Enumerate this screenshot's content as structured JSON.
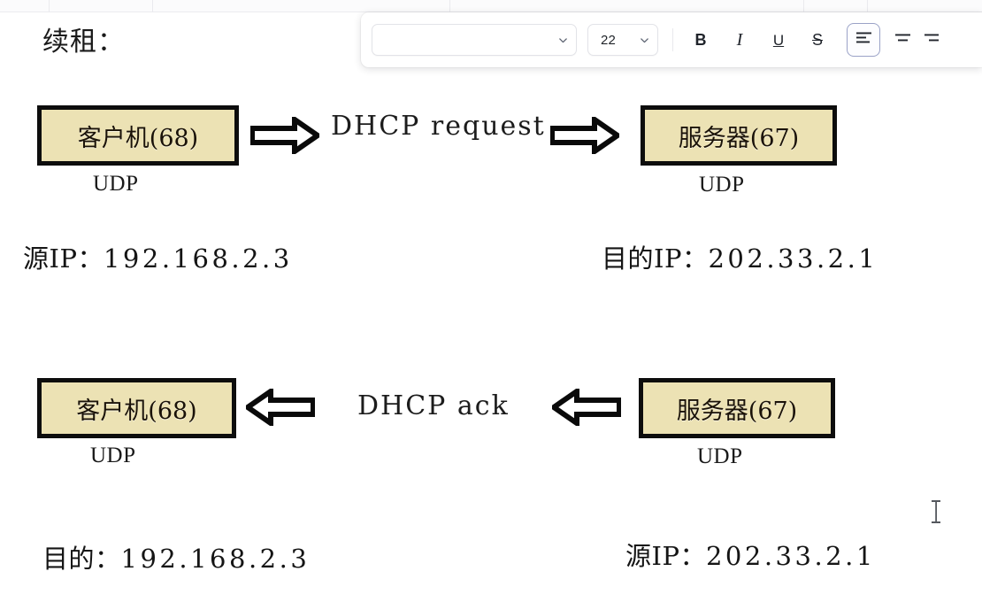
{
  "window": {
    "chrome_seam_positions": [
      55,
      172,
      508,
      908,
      980
    ]
  },
  "toolbar": {
    "font_family_value": "",
    "font_family_placeholder": "",
    "font_size_value": "22",
    "buttons": [
      {
        "name": "bold-button",
        "glyph": "B",
        "style": "bold",
        "active": false
      },
      {
        "name": "italic-button",
        "glyph": "I",
        "style": "italic",
        "active": false
      },
      {
        "name": "underline-button",
        "glyph": "U",
        "style": "under",
        "active": false
      },
      {
        "name": "strikethrough-button",
        "glyph": "S",
        "style": "strike",
        "active": false
      }
    ],
    "align_left_label": "align-left",
    "align_center_label": "align-center",
    "align_right_label": "align-right"
  },
  "document": {
    "heading": "续租：",
    "rows": [
      {
        "id": "dhcp-request-row",
        "direction": "right",
        "left_node": {
          "label": "客户机(68)",
          "sublabel": "UDP"
        },
        "right_node": {
          "label": "服务器(67)",
          "sublabel": "UDP"
        },
        "protocol": "DHCP request",
        "left_ip": {
          "prefix": "源IP：",
          "value": "192.168.2.3"
        },
        "right_ip": {
          "prefix": "目的IP：",
          "value": "202.33.2.1"
        }
      },
      {
        "id": "dhcp-ack-row",
        "direction": "left",
        "left_node": {
          "label": "客户机(68)",
          "sublabel": "UDP"
        },
        "right_node": {
          "label": "服务器(67)",
          "sublabel": "UDP"
        },
        "protocol": "DHCP ack",
        "left_ip": {
          "prefix": "目的：",
          "value": "192.168.2.3"
        },
        "right_ip": {
          "prefix": "源IP：",
          "value": "202.33.2.1"
        }
      }
    ]
  },
  "colors": {
    "node_fill": "#ece2b4",
    "node_border": "#0d0d0d",
    "text": "#151515",
    "toolbar_active_border": "#9aa2c7",
    "page_background": "#ffffff"
  },
  "cursor": {
    "type": "i-beam-text-cursor"
  }
}
